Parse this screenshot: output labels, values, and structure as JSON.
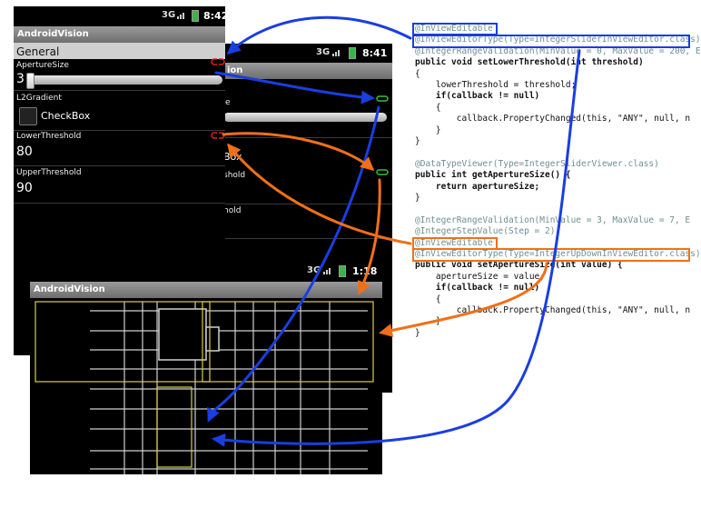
{
  "phone1": {
    "time": "8:42",
    "app_title": "AndroidVision",
    "section": "General",
    "aperture_label": "ApertureSize",
    "aperture_value": "3",
    "aperture_fraction": 0.0,
    "l2_label": "L2Gradient",
    "checkbox_label": "CheckBox",
    "lower_label": "LowerThreshold",
    "lower_value": "80",
    "upper_label": "UpperThreshold",
    "upper_value": "90"
  },
  "phone2": {
    "time": "8:41",
    "title_fragment": "ion",
    "label_fragment_1": "e",
    "label_fragment_2": "Box",
    "label_fragment_3": "shold",
    "label_fragment_4": "hold"
  },
  "phone3": {
    "time": "1:18",
    "app_title": "AndroidVision"
  },
  "code_lines": [
    "@InViewEditable",
    "@InViewEditorType(Type=IntegerSliderInViewEditor.class)",
    "@IntegerRangeValidation(MinValue = 0, MaxValue = 200, E",
    "public void setLowerThreshold(int threshold)",
    "{",
    "    lowerThreshold = threshold;",
    "    if(callback != null)",
    "    {",
    "        callback.PropertyChanged(this, \"ANY\", null, n",
    "    }",
    "}",
    "",
    "@DataTypeViewer(Type=IntegerSliderViewer.class)",
    "public int getApertureSize() {",
    "    return apertureSize;",
    "}",
    "",
    "@IntegerRangeValidation(MinValue = 3, MaxValue = 7, E",
    "@IntegerStepValue(Step = 2)",
    "@InViewEditable",
    "@InViewEditorType(Type=IntegerUpDownInViewEditor.class)",
    "public void setApertureSize(int value) {",
    "    apertureSize = value;",
    "    if(callback != null)",
    "    {",
    "        callback.PropertyChanged(this, \"ANY\", null, n",
    "    }",
    "}"
  ],
  "colors": {
    "blue": "#1a3ee0",
    "orange": "#f07018",
    "red_link": "#e02020",
    "green_link": "#39c039",
    "yellow_box": "#d8d040"
  }
}
